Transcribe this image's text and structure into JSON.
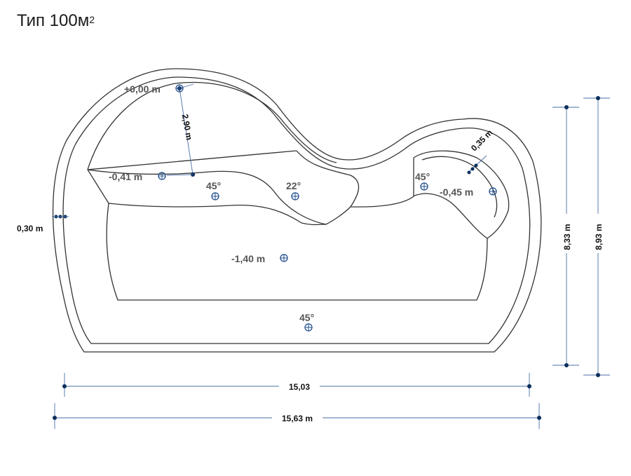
{
  "title": {
    "text": "Тип 100м",
    "sup": "2"
  },
  "levels": {
    "top": "+0,00 m",
    "bench": "-0,41 m",
    "deep": "-1,40 m",
    "seat": "-0,45 m"
  },
  "slopes": {
    "left_step": "45°",
    "mid_step": "22°",
    "seat": "45°",
    "bottom": "45°"
  },
  "dimensions": {
    "width_inner": "15,03",
    "width_outer": "15,63 m",
    "height_inner": "8,33 m",
    "height_outer": "8,93 m",
    "wall": "0,30 m",
    "bench_depth": "2,90 m",
    "seat_wall": "0,35 m"
  },
  "colors": {
    "outline": "#333333",
    "dimension_line": "#4a6fa5",
    "marker": "#1f4e8c",
    "label_gray": "#555555"
  }
}
